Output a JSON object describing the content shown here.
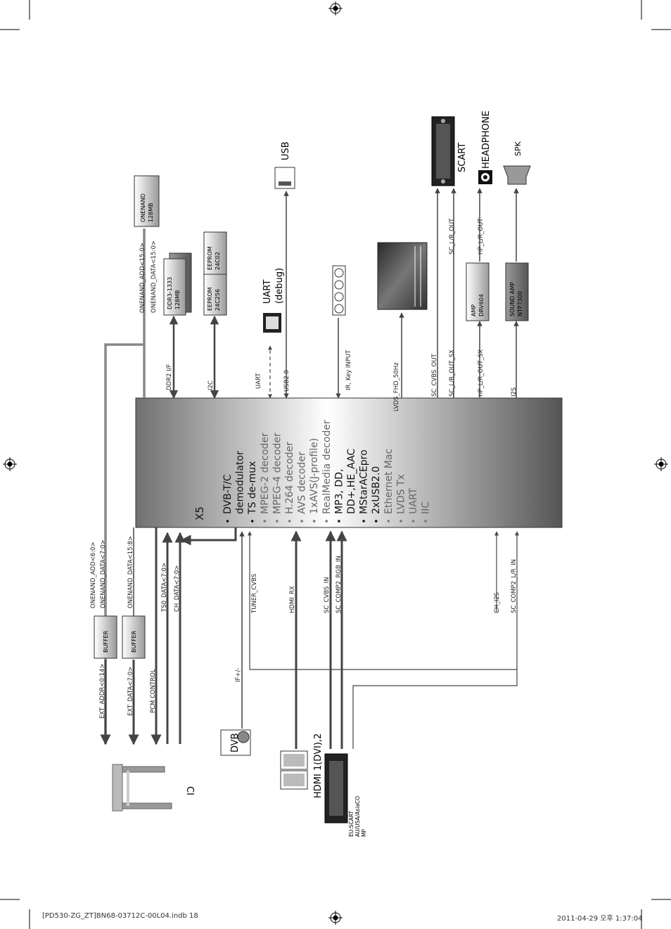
{
  "main_chip": {
    "name": "X5",
    "features": [
      {
        "text": "DVB-T/C",
        "bold": true
      },
      {
        "text": "demodulator",
        "bold": true,
        "nobullet": true
      },
      {
        "text": "TS de-mux",
        "bold": true
      },
      {
        "text": "MPEG-2 decoder",
        "bold": false
      },
      {
        "text": "MPEG-4 decoder",
        "bold": false
      },
      {
        "text": "H.264 decoder",
        "bold": false
      },
      {
        "text": "AVS decoder",
        "bold": false
      },
      {
        "text": "1xAVS(J-profile)",
        "bold": false
      },
      {
        "text": "RealMedia decoder",
        "bold": false
      },
      {
        "text": "MP3, DD,",
        "bold": true
      },
      {
        "text": "DD+,HE_AAC",
        "bold": true,
        "nobullet": true
      },
      {
        "text": "MStarACEpro",
        "bold": true
      },
      {
        "text": "2xUSB2.0",
        "bold": true
      },
      {
        "text": "Ethernet Mac",
        "bold": false
      },
      {
        "text": "LVDS Tx",
        "bold": false
      },
      {
        "text": "UART",
        "bold": false
      },
      {
        "text": "IIC",
        "bold": false
      }
    ]
  },
  "top_components": {
    "onenand": [
      "ONENAND",
      "128MB"
    ],
    "ddr3": [
      "DDR3-1333",
      "128MB"
    ],
    "eeprom1": [
      "EEPROM",
      "24C256"
    ],
    "eeprom2": [
      "EEPROM",
      "24C02"
    ],
    "uart": [
      "UART",
      "(debug)"
    ],
    "usb": "USB",
    "amp": [
      "AMP",
      "DRV604"
    ],
    "sound_amp": [
      "SOUND AMP",
      "NTP7300"
    ],
    "scart": "SCART",
    "headphone": "HEADPHONE",
    "spk": "SPK"
  },
  "top_signals": {
    "onenand_add": "ONENAND_ADD<15:0>",
    "onenand_data": "ONENAND_DATA<15:0>",
    "ddr": "DDR2 I/F",
    "i2c": "I2C",
    "uart": "UART",
    "usb": "USB2.0",
    "ir": "IR, Key INPUT",
    "lvds": "LVDS_FHD_50Hz",
    "sc_cvbs_out": "SC_CVBS_OUT",
    "sc_lr_out_sx": "SC_L/R_OUT_SX",
    "hp_lr_out_sx": "HP_L/R_OUT_SX",
    "i2s": "I2S",
    "sc_lr_out": "SC_L/R_OUT",
    "hp_lr_out": "HP_L/R_OUT"
  },
  "bottom_signals": {
    "onenand_add_60": "ONENAND_ADD<6:0>",
    "onenand_data_70": "ONENAND_DATA<7:0>",
    "onenand_data_158": "ONENAND_DATA<15:8>",
    "ts0_data": "TS0_DATA<7:0>",
    "ch_data": "CH_DATA<7:0>",
    "tuner_cvbs": "TUNER_CVBS",
    "hdmi_rx": "HDMI_RX",
    "sc_cvbs_in": "SC_CVBS_IN",
    "sc_comp2_rgb_in": "SC_COMP2_RGB_IN",
    "ch_i2s": "CH_I2S",
    "sc_comp2_lr_in": "SC_COMP2_L/R_IN",
    "ext_addr": "EXT_ADDR<0:14>",
    "ext_data": "EXT_DATA<7:0>",
    "pcm_control": "PCM CONTROL",
    "if": "IF+/-"
  },
  "bottom_components": {
    "buffer": "BUFFER",
    "ci": "CI",
    "dvb": "DVB",
    "hdmi": "HDMI 1(DVI),2",
    "scart_lines": [
      "EU:SCART",
      "AU/USA/AsiaCO",
      "MP"
    ]
  },
  "footer": {
    "file": "[PD530-ZG_ZT]BN68-03712C-00L04.indb   18",
    "date": "2011-04-29   오후 1:37:04"
  }
}
